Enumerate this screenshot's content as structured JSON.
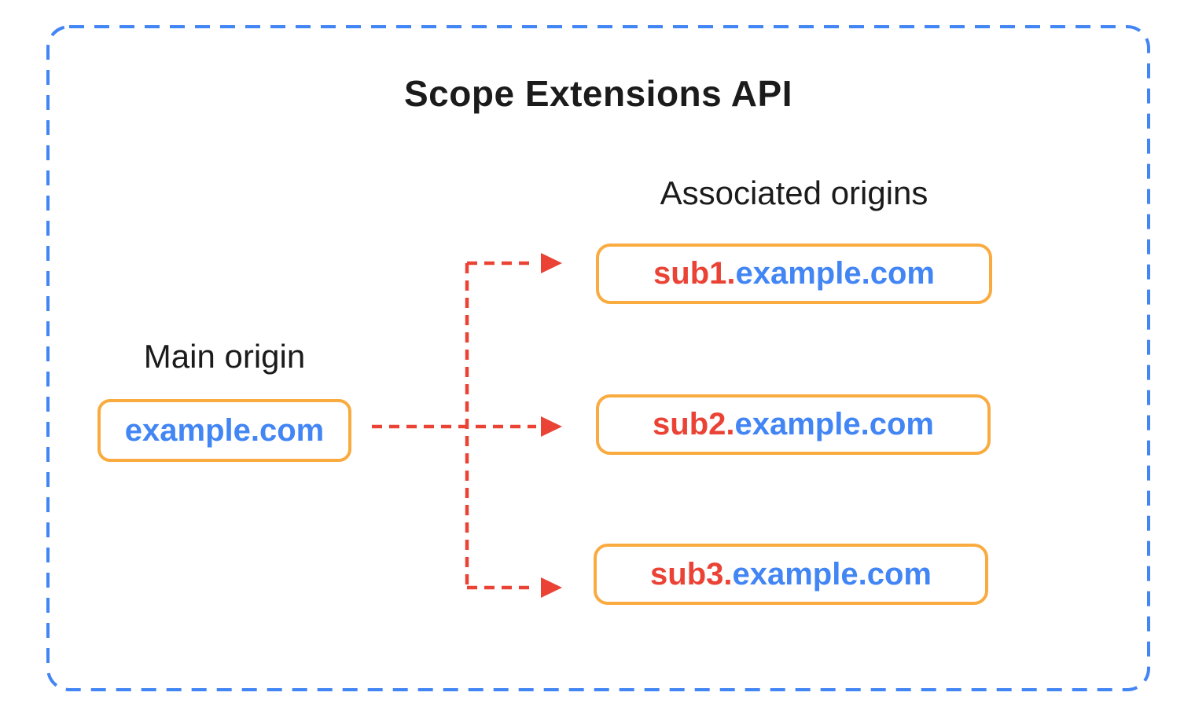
{
  "diagram": {
    "title": "Scope Extensions API",
    "main_origin": {
      "label": "Main origin",
      "domain": "example.com"
    },
    "associated": {
      "label": "Associated origins",
      "origins": [
        {
          "subdomain": "sub1.",
          "domain": "example.com"
        },
        {
          "subdomain": "sub2.",
          "domain": "example.com"
        },
        {
          "subdomain": "sub3.",
          "domain": "example.com"
        }
      ]
    },
    "colors": {
      "blue": "#4285F4",
      "red": "#EA4335",
      "orange": "#F9AB40",
      "ink": "#1b1b1b"
    }
  }
}
